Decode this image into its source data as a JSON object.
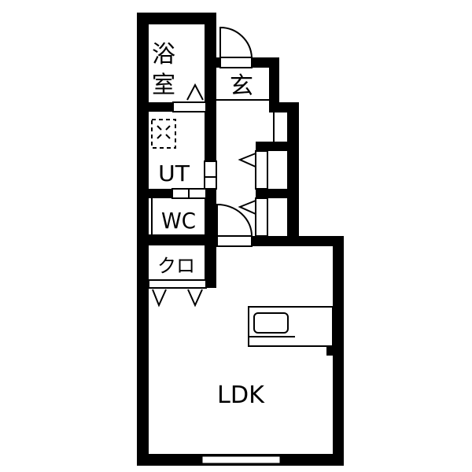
{
  "floor_plan": {
    "colors": {
      "wall": "#000000",
      "background": "#ffffff",
      "line": "#000000"
    },
    "rooms": [
      {
        "id": "bathroom",
        "label_line1": "浴",
        "label_line2": "室",
        "meaning": "Bathroom"
      },
      {
        "id": "entrance",
        "label": "玄",
        "meaning": "Entrance"
      },
      {
        "id": "utility",
        "label": "UT",
        "meaning": "Utility"
      },
      {
        "id": "toilet",
        "label": "WC",
        "meaning": "Toilet"
      },
      {
        "id": "closet",
        "label": "クロ",
        "meaning": "Closet"
      },
      {
        "id": "ldk",
        "label": "LDK",
        "meaning": "Living Dining Kitchen"
      }
    ],
    "fixtures": [
      {
        "id": "washing-machine-space",
        "type": "dashed-box"
      },
      {
        "id": "kitchen-counter",
        "type": "counter-with-sink"
      },
      {
        "id": "entrance-door",
        "type": "swing-door"
      },
      {
        "id": "ldk-door",
        "type": "swing-door"
      },
      {
        "id": "hall-closets",
        "type": "closet",
        "count": 2
      },
      {
        "id": "ldk-window",
        "type": "window"
      }
    ]
  }
}
